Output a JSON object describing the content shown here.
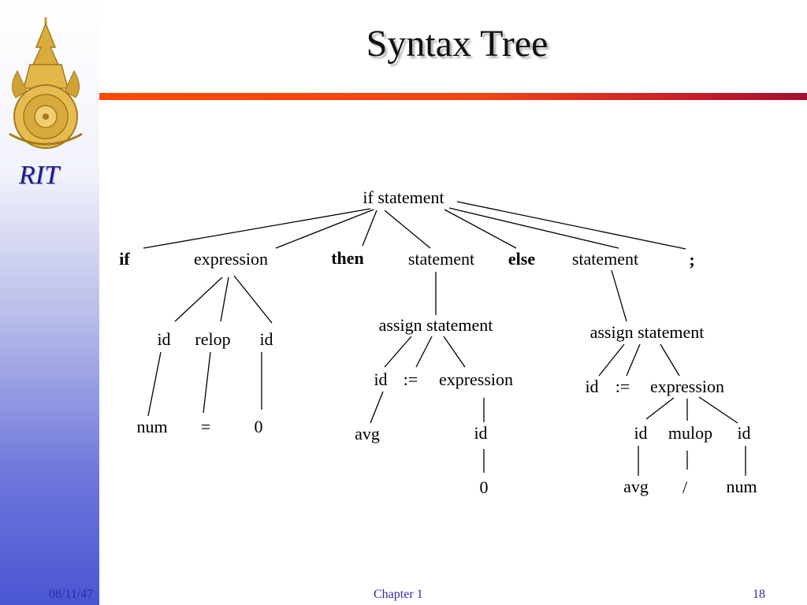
{
  "slide": {
    "title": "Syntax Tree",
    "logo_text": "RIT",
    "footer": {
      "date": "08/11/47",
      "chapter": "Chapter 1",
      "page": "18"
    }
  },
  "tree": {
    "root": "if statement",
    "level1": [
      "if",
      "expression",
      "then",
      "statement",
      "else",
      "statement",
      ";"
    ],
    "cond": [
      "id",
      "relop",
      "id"
    ],
    "cond_leaves": [
      "num",
      "=",
      "0"
    ],
    "then_assign": "assign statement",
    "then_children": [
      "id",
      ":=",
      "expression"
    ],
    "then_avg": "avg",
    "then_id": "id",
    "then_zero": "0",
    "else_assign": "assign statement",
    "else_children": [
      "id",
      ":=",
      "expression"
    ],
    "else_expr_children": [
      "id",
      "mulop",
      "id"
    ],
    "else_leaves": [
      "avg",
      "/",
      "num"
    ]
  }
}
